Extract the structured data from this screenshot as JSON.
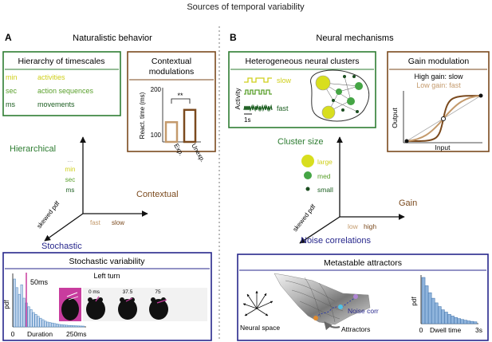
{
  "title": "Sources of temporal variability",
  "colors": {
    "green": "#2e7d32",
    "brown": "#7b4a1e",
    "lightbrown": "#c49a6c",
    "navy": "#27278c",
    "yellow": "#cfcf1a",
    "pink": "#c83c9e",
    "hist_blue": "#5a8fc2"
  },
  "panel_a": {
    "letter": "A",
    "heading": "Naturalistic behavior",
    "hierarchy": {
      "title": "Hierarchy of timescales",
      "rows": [
        {
          "unit": "min",
          "label": "activities"
        },
        {
          "unit": "sec",
          "label": "action sequences"
        },
        {
          "unit": "ms",
          "label": "movements"
        }
      ]
    },
    "contextual": {
      "title_line1": "Contextual",
      "title_line2": "modulations",
      "ylabel": "React. time (ms)",
      "ytick_top": "200",
      "ytick_bottom": "100",
      "significance": "**",
      "xlabel1": "Exp.",
      "xlabel2": "Unexp."
    },
    "axes": {
      "hierarchical": "Hierarchical",
      "dots": "...",
      "tick_min": "min",
      "tick_sec": "sec",
      "tick_ms": "ms",
      "contextual": "Contextual",
      "fast": "fast",
      "slow": "slow",
      "skewed": "skewed pdf",
      "stochastic": "Stochastic"
    },
    "stochastic": {
      "title": "Stochastic variability",
      "ylabel": "pdf",
      "marker": "50ms",
      "xtick0": "0",
      "xlabel": "Duration",
      "xtick_end": "250ms",
      "left_turn": "Left turn",
      "times": [
        "0 ms",
        "37.5",
        "75"
      ]
    }
  },
  "panel_b": {
    "letter": "B",
    "heading": "Neural mechanisms",
    "clusters": {
      "title": "Heterogeneous neural clusters",
      "activity": "Activity",
      "slow": "slow",
      "fast": "fast",
      "scale": "1s"
    },
    "gain": {
      "title": "Gain modulation",
      "high": "High gain: slow",
      "low": "Low gain: fast",
      "ylabel": "Output",
      "xlabel": "Input"
    },
    "axes": {
      "cluster_size": "Cluster size",
      "large": "large",
      "med": "med",
      "small": "small",
      "gain": "Gain",
      "low": "low",
      "high": "high",
      "skewed": "skewed pdf",
      "noise": "Noise correlations"
    },
    "metastable": {
      "title": "Metastable attractors",
      "neural_space": "Neural space",
      "noise_corr": "Noise corr",
      "attractors": "Attractors",
      "ylabel": "pdf",
      "xtick0": "0",
      "xlabel": "Dwell time",
      "xtick_end": "3s"
    }
  },
  "chart_data": [
    {
      "type": "bar",
      "categories": [
        "Exp.",
        "Unexp."
      ],
      "values": [
        130,
        155
      ],
      "ylabel": "React. time (ms)",
      "ylim": [
        90,
        200
      ]
    },
    {
      "type": "bar",
      "xlabel": "Duration",
      "ylabel": "pdf",
      "xlim": [
        0,
        250
      ],
      "values": [
        1.0,
        0.82,
        0.68,
        0.88,
        0.6,
        0.5,
        0.42,
        0.36,
        0.3,
        0.26,
        0.22,
        0.18,
        0.15,
        0.12,
        0.1,
        0.09,
        0.08,
        0.07,
        0.06,
        0.05,
        0.045,
        0.04,
        0.035,
        0.03,
        0.028,
        0.025,
        0.022,
        0.02,
        0.018,
        0.016
      ]
    },
    {
      "type": "bar",
      "xlabel": "Dwell time",
      "ylabel": "pdf",
      "xlim": [
        0,
        3
      ],
      "values": [
        1.0,
        0.82,
        0.67,
        0.55,
        0.45,
        0.37,
        0.3,
        0.25,
        0.2,
        0.165,
        0.135,
        0.11,
        0.09,
        0.075,
        0.06,
        0.05,
        0.04
      ]
    }
  ]
}
